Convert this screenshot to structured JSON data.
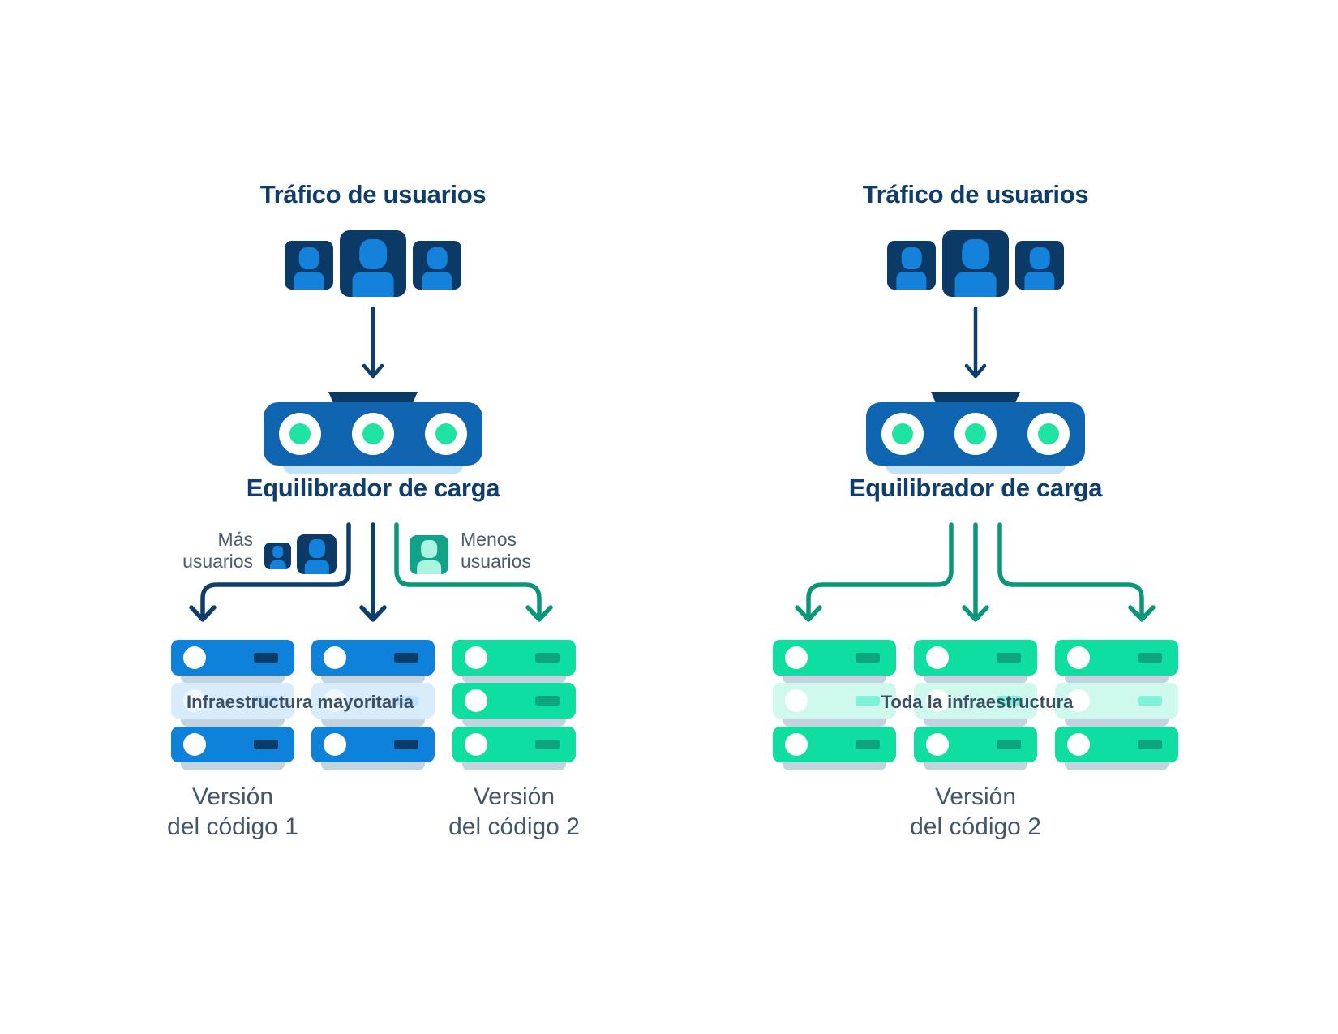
{
  "colors": {
    "navy": "#0B3A66",
    "title_navy": "#0F3E6D",
    "person_blue": "#1482DB",
    "server_blue": "#0E81DA",
    "server_blue_faded": "#D9ECFB",
    "server_green": "#0EDEA0",
    "server_green_faded": "#CFF9ED",
    "server_dash_navy": "#0A3C69",
    "server_dash_green": "#0DA57C",
    "balancer_blue": "#0F65AF",
    "balancer_light_dot": "#1FE3A3",
    "balancer_shadow": "#BEE4FC",
    "server_shadow_grey": "#C2D4DF",
    "teal_arrow": "#0A9678",
    "navy_arrow": "#0E3E6C",
    "teal_user_icon": "#12A287",
    "mint_person": "#ABF4E1",
    "grey_text": "#44566A",
    "infra_text": "#3D5063"
  },
  "icons": {
    "user": "person silhouette in rounded square (CSS shapes)",
    "load_balancer": "blue bar with three indicator lights (CSS shapes)",
    "server": "rounded bar with circle and dash (CSS shapes)",
    "arrow": "rounded elbow connector with chevron head (inline SVG)"
  },
  "left_diagram": {
    "title": "Tráfico de usuarios",
    "balancer_label": "Equilibrador de carga",
    "more_users": {
      "line1": "Más",
      "line2": "usuarios"
    },
    "less_users": {
      "line1": "Menos",
      "line2": "usuarios"
    },
    "infrastructure_label": "Infraestructura mayoritaria",
    "version_1": {
      "line1": "Versión",
      "line2": "del código 1"
    },
    "version_2": {
      "line1": "Versión",
      "line2": "del código 2"
    }
  },
  "right_diagram": {
    "title": "Tráfico de usuarios",
    "balancer_label": "Equilibrador de carga",
    "infrastructure_label": "Toda la infraestructura",
    "version_2": {
      "line1": "Versión",
      "line2": "del código 2"
    }
  }
}
